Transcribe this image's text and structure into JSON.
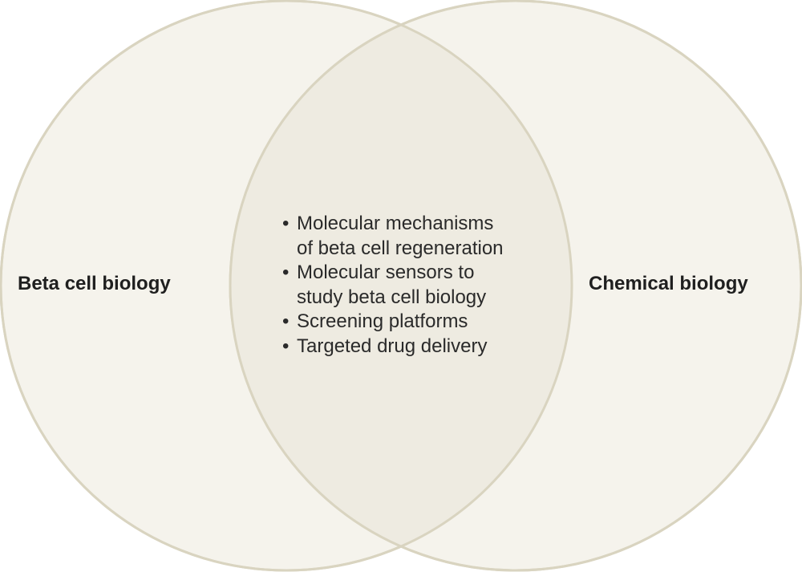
{
  "colors": {
    "circle_fill": "#f5f3ec",
    "overlap_fill": "#eeebe1",
    "circle_stroke": "#d9d4c0",
    "text": "#2a2a2a"
  },
  "sets": {
    "left": {
      "label": "Beta cell biology"
    },
    "right": {
      "label": "Chemical biology"
    }
  },
  "overlap": {
    "items": [
      {
        "bullet": "•",
        "lines": [
          "Molecular mechanisms",
          "of beta cell regeneration"
        ]
      },
      {
        "bullet": "•",
        "lines": [
          "Molecular sensors to",
          "study beta cell biology"
        ]
      },
      {
        "bullet": "•",
        "lines": [
          "Screening platforms"
        ]
      },
      {
        "bullet": "•",
        "lines": [
          "Targeted drug delivery"
        ]
      }
    ]
  }
}
